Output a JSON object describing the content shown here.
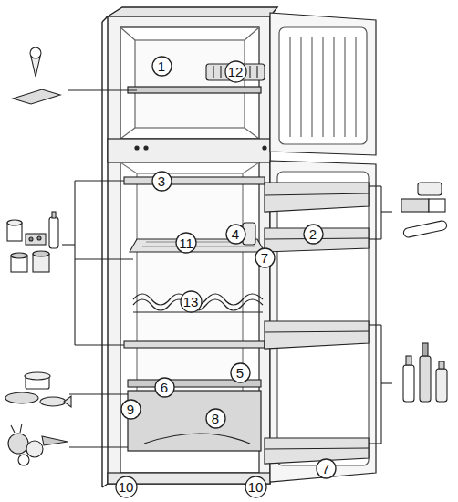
{
  "diagram": {
    "nodes": [
      {
        "text": [
          "1"
        ]
      },
      {
        "text": [
          "12"
        ]
      },
      {
        "text": [
          "3"
        ]
      },
      {
        "text": [
          "2"
        ]
      },
      {
        "text": [
          "4"
        ]
      },
      {
        "text": [
          "11"
        ]
      },
      {
        "text": [
          "7"
        ]
      },
      {
        "text": [
          "13"
        ]
      },
      {
        "text": [
          "5"
        ]
      },
      {
        "text": [
          "6"
        ]
      },
      {
        "text": [
          "9"
        ]
      },
      {
        "text": [
          "8"
        ]
      },
      {
        "text": [
          "7"
        ]
      },
      {
        "text": [
          "10"
        ]
      },
      {
        "text": [
          "10"
        ]
      }
    ]
  }
}
